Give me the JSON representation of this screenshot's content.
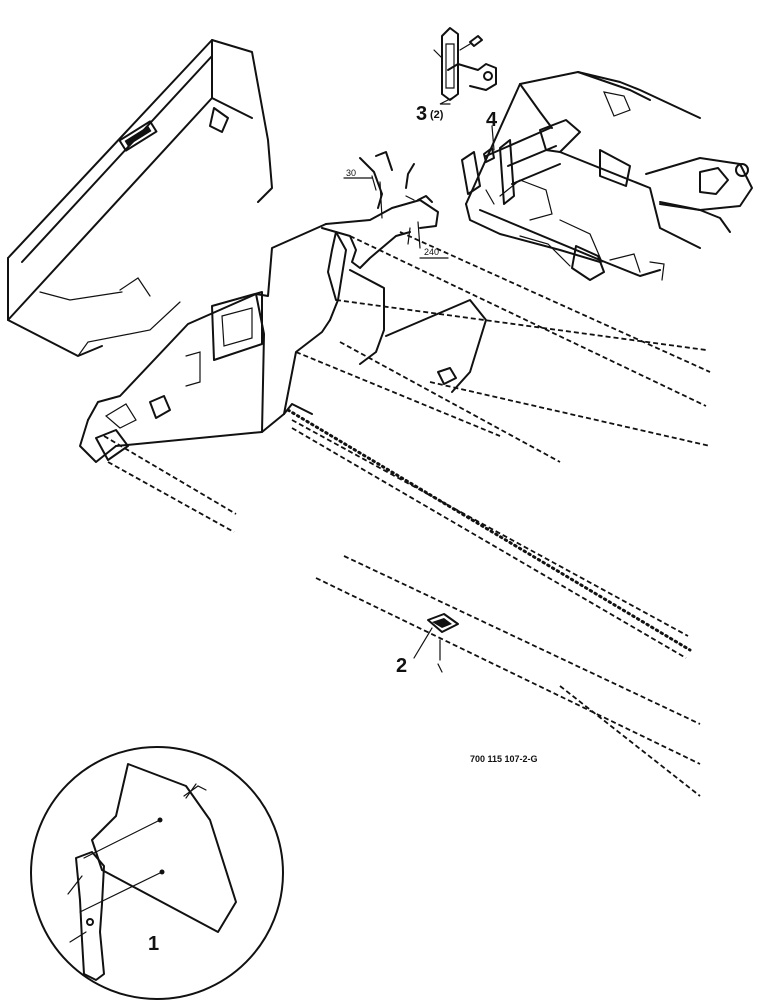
{
  "callouts": {
    "item1": "1",
    "item2": "2",
    "item3": "3",
    "item3_qty": "(2)",
    "item4": "4"
  },
  "dimensions": {
    "dim30": "30",
    "dim240": "240"
  },
  "drawing_code": "700 115 107-2-G"
}
